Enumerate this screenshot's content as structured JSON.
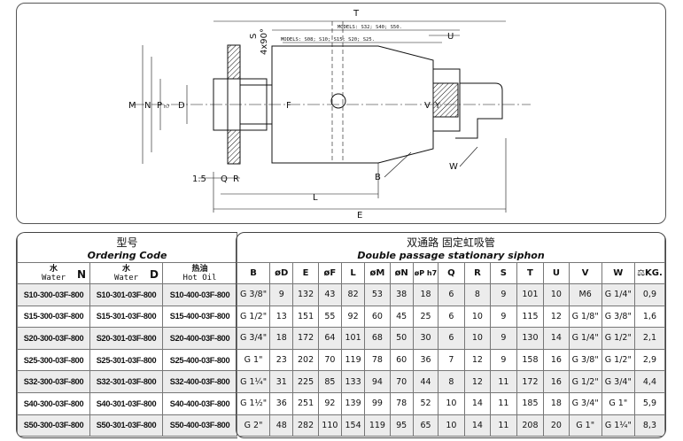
{
  "drawing": {
    "dim_T": "T",
    "dim_S": "S",
    "dim_4x90": "4x90°",
    "dim_U": "U",
    "models_top": "MODELS: S32; S40; S50.",
    "models_bottom": "MODELS: S08; S10; S15; S20; S25.",
    "dim_M": "M",
    "dim_N": "N",
    "dim_P": "P",
    "dim_P_sub": "h7",
    "dim_D": "D",
    "dim_F": "F",
    "dim_V": "V",
    "dim_Y": "Y",
    "dim_B": "B",
    "dim_W": "W",
    "dim_15": "1.5",
    "dim_Q": "Q",
    "dim_R": "R",
    "dim_L": "L",
    "dim_E": "E"
  },
  "table": {
    "left_title_cn": "型号",
    "left_title_en": "Ordering Code",
    "right_title_cn": "双通路 固定虹吸管",
    "right_title_en": "Double passage stationary siphon",
    "code_headers": [
      {
        "cn": "水",
        "en": "Water",
        "letter": "N"
      },
      {
        "cn": "水",
        "en": "Water",
        "letter": "D"
      },
      {
        "cn": "热油",
        "en": "Hot Oil",
        "letter": ""
      }
    ],
    "dim_headers": [
      "B",
      "øD",
      "E",
      "øF",
      "L",
      "øM",
      "øN",
      "øP h7",
      "Q",
      "R",
      "S",
      "T",
      "U",
      "V",
      "W",
      "⚖KG."
    ],
    "rows": [
      {
        "codes": [
          "S10-300-03F-800",
          "S10-301-03F-800",
          "S10-400-03F-800"
        ],
        "dims": [
          "G 3/8\"",
          "9",
          "132",
          "43",
          "82",
          "53",
          "38",
          "18",
          "6",
          "8",
          "9",
          "101",
          "10",
          "M6",
          "G 1/4\"",
          "0,9"
        ]
      },
      {
        "codes": [
          "S15-300-03F-800",
          "S15-301-03F-800",
          "S15-400-03F-800"
        ],
        "dims": [
          "G 1/2\"",
          "13",
          "151",
          "55",
          "92",
          "60",
          "45",
          "25",
          "6",
          "10",
          "9",
          "115",
          "12",
          "G 1/8\"",
          "G 3/8\"",
          "1,6"
        ]
      },
      {
        "codes": [
          "S20-300-03F-800",
          "S20-301-03F-800",
          "S20-400-03F-800"
        ],
        "dims": [
          "G 3/4\"",
          "18",
          "172",
          "64",
          "101",
          "68",
          "50",
          "30",
          "6",
          "10",
          "9",
          "130",
          "14",
          "G 1/4\"",
          "G 1/2\"",
          "2,1"
        ]
      },
      {
        "codes": [
          "S25-300-03F-800",
          "S25-301-03F-800",
          "S25-400-03F-800"
        ],
        "dims": [
          "G 1\"",
          "23",
          "202",
          "70",
          "119",
          "78",
          "60",
          "36",
          "7",
          "12",
          "9",
          "158",
          "16",
          "G 3/8\"",
          "G 1/2\"",
          "2,9"
        ]
      },
      {
        "codes": [
          "S32-300-03F-800",
          "S32-301-03F-800",
          "S32-400-03F-800"
        ],
        "dims": [
          "G 1¼\"",
          "31",
          "225",
          "85",
          "133",
          "94",
          "70",
          "44",
          "8",
          "12",
          "11",
          "172",
          "16",
          "G 1/2\"",
          "G 3/4\"",
          "4,4"
        ]
      },
      {
        "codes": [
          "S40-300-03F-800",
          "S40-301-03F-800",
          "S40-400-03F-800"
        ],
        "dims": [
          "G 1½\"",
          "36",
          "251",
          "92",
          "139",
          "99",
          "78",
          "52",
          "10",
          "14",
          "11",
          "185",
          "18",
          "G 3/4\"",
          "G 1\"",
          "5,9"
        ]
      },
      {
        "codes": [
          "S50-300-03F-800",
          "S50-301-03F-800",
          "S50-400-03F-800"
        ],
        "dims": [
          "G 2\"",
          "48",
          "282",
          "110",
          "154",
          "119",
          "95",
          "65",
          "10",
          "14",
          "11",
          "208",
          "20",
          "G 1\"",
          "G 1¼\"",
          "8,3"
        ]
      }
    ]
  }
}
